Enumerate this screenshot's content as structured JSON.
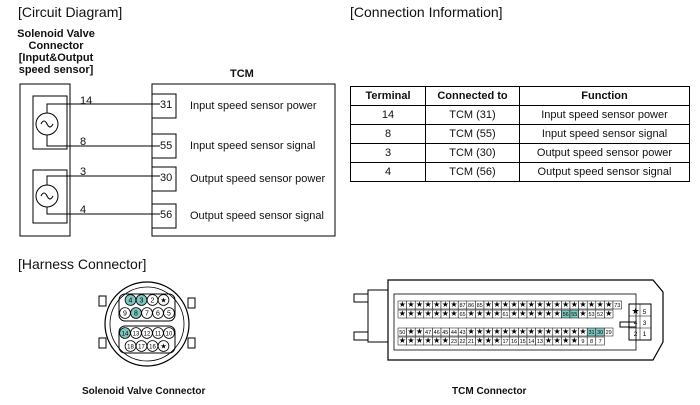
{
  "sections": {
    "circuit": "[Circuit Diagram]",
    "connection": "[Connection Information]",
    "harness": "[Harness Connector]"
  },
  "circuit": {
    "solenoid_title": [
      "Solenoid Valve",
      "Connector",
      "[Input&Output",
      "speed sensor]"
    ],
    "tcm_title": "TCM",
    "wires": [
      {
        "left": "14",
        "right": "31",
        "label": "Input speed sensor power"
      },
      {
        "left": "8",
        "right": "55",
        "label": "Input speed sensor signal"
      },
      {
        "left": "3",
        "right": "30",
        "label": "Output speed sensor power"
      },
      {
        "left": "4",
        "right": "56",
        "label": "Output speed sensor signal"
      }
    ]
  },
  "table": {
    "headers": [
      "Terminal",
      "Connected to",
      "Function"
    ],
    "rows": [
      [
        "14",
        "TCM (31)",
        "Input speed sensor power"
      ],
      [
        "8",
        "TCM (55)",
        "Input speed sensor signal"
      ],
      [
        "3",
        "TCM (30)",
        "Output speed sensor power"
      ],
      [
        "4",
        "TCM (56)",
        "Output speed sensor signal"
      ]
    ]
  },
  "solenoid_connector": {
    "caption": "Solenoid Valve Connector",
    "rows": [
      [
        {
          "t": "4",
          "h": true
        },
        {
          "t": "3",
          "h": true
        },
        {
          "t": "2"
        },
        {
          "t": "★"
        }
      ],
      [
        {
          "t": "9"
        },
        {
          "t": "8",
          "h": true
        },
        {
          "t": "7"
        },
        {
          "t": "6"
        },
        {
          "t": "5"
        }
      ],
      [
        {
          "t": "14",
          "h": true
        },
        {
          "t": "13"
        },
        {
          "t": "12"
        },
        {
          "t": "11"
        },
        {
          "t": "10"
        }
      ],
      [
        {
          "t": "18"
        },
        {
          "t": "17"
        },
        {
          "t": "16"
        },
        {
          "t": "★"
        }
      ]
    ]
  },
  "tcm_connector": {
    "caption": "TCM Connector",
    "highlight_color": "#7fc7c0",
    "top_rows": [
      [
        "★",
        "★",
        "★",
        "★",
        "★",
        "★",
        "★",
        "87",
        "86",
        "85",
        "★",
        "★",
        "★",
        "★",
        "★",
        "★",
        "★",
        "★",
        "★",
        "★",
        "★",
        "★",
        "★",
        "★",
        "★",
        "73"
      ],
      [
        "★",
        "★",
        "★",
        "★",
        "★",
        "★",
        "★",
        "65",
        "★",
        "★",
        "★",
        "★",
        "61",
        "★",
        "★",
        "★",
        "★",
        "★",
        "★",
        "56",
        "55",
        "★",
        "53",
        "52",
        "★"
      ]
    ],
    "bottom_rows": [
      [
        "50",
        "★",
        "★",
        "47",
        "46",
        "45",
        "44",
        "43",
        "★",
        "★",
        "★",
        "★",
        "★",
        "★",
        "★",
        "★",
        "★",
        "★",
        "★",
        "★",
        "★",
        "★",
        "31",
        "30",
        "29"
      ],
      [
        "★",
        "★",
        "★",
        "★",
        "★",
        "★",
        "23",
        "22",
        "21",
        "★",
        "★",
        "★",
        "17",
        "16",
        "15",
        "14",
        "13",
        "★",
        "★",
        "★",
        "★",
        "9",
        "8",
        "7"
      ]
    ],
    "highlighted": [
      "56",
      "55",
      "31",
      "30"
    ],
    "side_block": [
      [
        "★",
        "5"
      ],
      [
        "4",
        "3"
      ],
      [
        "2",
        "1"
      ]
    ]
  }
}
